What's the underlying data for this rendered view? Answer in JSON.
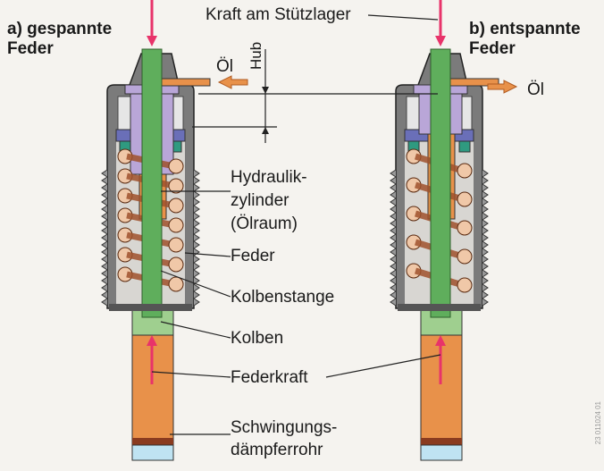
{
  "title_left": [
    "a) gespannte",
    "Feder"
  ],
  "title_right": [
    "b) entspannte",
    "Feder"
  ],
  "labels": {
    "kraft": "Kraft am Stützlager",
    "oel_left": "Öl",
    "oel_right": "Öl",
    "hub": "Hub",
    "hydraulik": [
      "Hydraulik-",
      "zylinder",
      "(Ölraum)"
    ],
    "feder": "Feder",
    "kolbenstange": "Kolbenstange",
    "kolben": "Kolben",
    "federkraft": "Federkraft",
    "rohr": [
      "Schwingungs-",
      "dämpferrohr"
    ]
  },
  "figure_code": "23 011024 01",
  "colors": {
    "rod": "#5fae5c",
    "tube": "#e8914a",
    "housing": "#7b7b7b",
    "spring": "#a0522d",
    "arrow": "#e8336a",
    "piston_ring": "#6a6fb8",
    "seal": "#2f9a80",
    "cap": "#b9a6d8"
  }
}
